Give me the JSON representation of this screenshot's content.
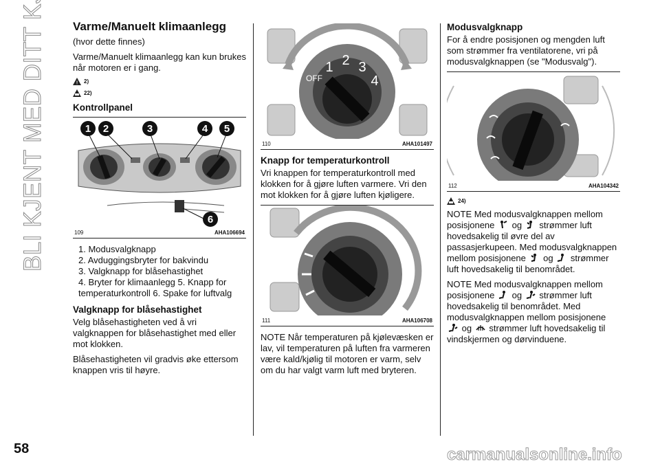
{
  "side_title": "BLI KJENT MED DITT KJØRETØY",
  "page_number": "58",
  "watermark": "carmanualsonline.info",
  "col1": {
    "heading": "Varme/Manuelt klimaanlegg",
    "note": "(hvor dette finnes)",
    "intro": "Varme/Manuelt klimaanlegg kan kun brukes når motoren er i gang.",
    "warn1": "2)",
    "warn2": "22)",
    "kontroll_heading": "Kontrollpanel",
    "figure": {
      "number": "109",
      "code": "AHA106694",
      "labels": [
        "1",
        "2",
        "3",
        "4",
        "5",
        "6"
      ]
    },
    "list": [
      "1. Modusvalgknapp",
      "2. Avduggingsbryter for bakvindu",
      "3. Valgknapp for blåsehastighet",
      "4. Bryter for klimaanlegg  5. Knapp for temperaturkontroll  6. Spake for luftvalg"
    ],
    "blase_heading": "Valgknapp for blåsehastighet",
    "blase_p1": "Velg blåsehastigheten ved å vri valgknappen for blåsehastighet med eller mot klokken.",
    "blase_p2": "Blåsehastigheten vil gradvis øke ettersom knappen vris til høyre."
  },
  "col2": {
    "figure110": {
      "number": "110",
      "code": "AHA101497",
      "dial_labels": [
        "OFF",
        "1",
        "2",
        "3",
        "4"
      ]
    },
    "temp_heading": "Knapp for temperaturkontroll",
    "temp_p": "Vri knappen for temperaturkontroll med klokken for å gjøre luften varmere. Vri den mot klokken for å gjøre luften kjøligere.",
    "figure111": {
      "number": "111",
      "code": "AHA106708"
    },
    "note": "NOTE  Når temperaturen på kjølevæsken er lav, vil temperaturen på luften fra varmeren være kald/kjølig til motoren er varm, selv om du har valgt varm luft med bryteren."
  },
  "col3": {
    "heading": "Modusvalgknapp",
    "p1": "For å endre posisjonen og mengden luft som strømmer fra ventilatorene, vri på modusvalgknappen (se \"Modusvalg\").",
    "figure112": {
      "number": "112",
      "code": "AHA104342"
    },
    "warn": "24)",
    "note1_a": "NOTE  Med modusvalgknappen mellom posisjonene",
    "note1_b": "og",
    "note1_c": "strømmer luft hovedsakelig til øvre del av passasjerkupeen. Med modusvalgknappen mellom posisjonene",
    "note1_d": "og",
    "note1_e": "strømmer luft hovedsakelig til benområdet.",
    "note2_a": "NOTE  Med modusvalgknappen mellom posisjonene",
    "note2_b": "og",
    "note2_c": "strømmer luft hovedsakelig til benområdet. Med modusvalgknappen mellom posisjonene",
    "note2_d": "og",
    "note2_e": "strømmer luft hovedsakelig til vindskjermen og dørvinduene."
  }
}
